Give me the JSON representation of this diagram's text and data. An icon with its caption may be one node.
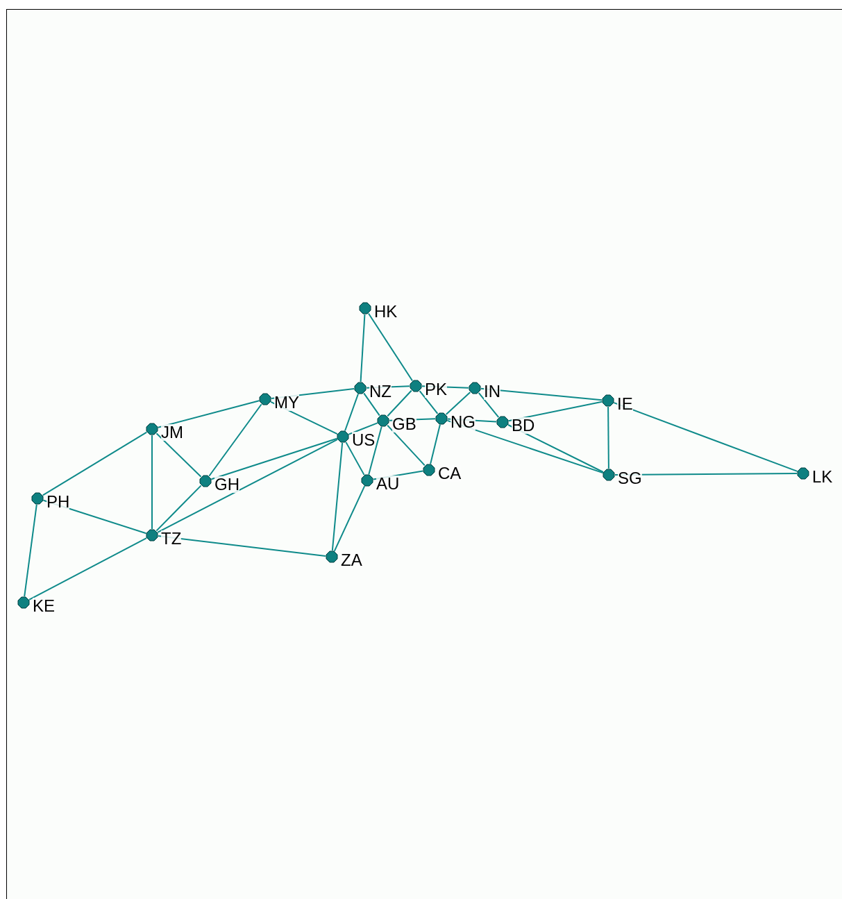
{
  "diagram": {
    "nodes": [
      {
        "text": [
          "HK"
        ]
      },
      {
        "text": [
          "NZ"
        ]
      },
      {
        "text": [
          "PK"
        ]
      },
      {
        "text": [
          "IN"
        ]
      },
      {
        "text": [
          "MY"
        ]
      },
      {
        "text": [
          "IE"
        ]
      },
      {
        "text": [
          "JM"
        ]
      },
      {
        "text": [
          "GB"
        ]
      },
      {
        "text": [
          "NG"
        ]
      },
      {
        "text": [
          "BD"
        ]
      },
      {
        "text": [
          "US"
        ]
      },
      {
        "text": [
          "CA"
        ]
      },
      {
        "text": [
          "SG"
        ]
      },
      {
        "text": [
          "LK"
        ]
      },
      {
        "text": [
          "AU"
        ]
      },
      {
        "text": [
          "GH"
        ]
      },
      {
        "text": [
          "PH"
        ]
      },
      {
        "text": [
          "TZ"
        ]
      },
      {
        "text": [
          "ZA"
        ]
      },
      {
        "text": [
          "KE"
        ]
      }
    ],
    "edges": [
      {
        "from": 0,
        "to": 1,
        "arrow": "none"
      },
      {
        "from": 0,
        "to": 2,
        "arrow": "none"
      },
      {
        "from": 4,
        "to": 1,
        "arrow": "none"
      },
      {
        "from": 1,
        "to": 2,
        "arrow": "none"
      },
      {
        "from": 2,
        "to": 3,
        "arrow": "none"
      },
      {
        "from": 3,
        "to": 5,
        "arrow": "none"
      },
      {
        "from": 1,
        "to": 7,
        "arrow": "none"
      },
      {
        "from": 1,
        "to": 10,
        "arrow": "none"
      },
      {
        "from": 2,
        "to": 7,
        "arrow": "none"
      },
      {
        "from": 2,
        "to": 8,
        "arrow": "none"
      },
      {
        "from": 3,
        "to": 8,
        "arrow": "none"
      },
      {
        "from": 3,
        "to": 9,
        "arrow": "none"
      },
      {
        "from": 7,
        "to": 8,
        "arrow": "none"
      },
      {
        "from": 8,
        "to": 9,
        "arrow": "none"
      },
      {
        "from": 9,
        "to": 5,
        "arrow": "none"
      },
      {
        "from": 9,
        "to": 12,
        "arrow": "none"
      },
      {
        "from": 8,
        "to": 12,
        "arrow": "none"
      },
      {
        "from": 5,
        "to": 12,
        "arrow": "none"
      },
      {
        "from": 5,
        "to": 13,
        "arrow": "none"
      },
      {
        "from": 12,
        "to": 13,
        "arrow": "none"
      },
      {
        "from": 7,
        "to": 10,
        "arrow": "none"
      },
      {
        "from": 7,
        "to": 14,
        "arrow": "none"
      },
      {
        "from": 7,
        "to": 11,
        "arrow": "none"
      },
      {
        "from": 8,
        "to": 11,
        "arrow": "none"
      },
      {
        "from": 11,
        "to": 14,
        "arrow": "none"
      },
      {
        "from": 10,
        "to": 14,
        "arrow": "none"
      },
      {
        "from": 10,
        "to": 18,
        "arrow": "none"
      },
      {
        "from": 14,
        "to": 18,
        "arrow": "none"
      },
      {
        "from": 4,
        "to": 10,
        "arrow": "none"
      },
      {
        "from": 4,
        "to": 6,
        "arrow": "none"
      },
      {
        "from": 4,
        "to": 15,
        "arrow": "none"
      },
      {
        "from": 6,
        "to": 15,
        "arrow": "none"
      },
      {
        "from": 6,
        "to": 17,
        "arrow": "none"
      },
      {
        "from": 6,
        "to": 16,
        "arrow": "none"
      },
      {
        "from": 15,
        "to": 10,
        "arrow": "none"
      },
      {
        "from": 15,
        "to": 17,
        "arrow": "none"
      },
      {
        "from": 17,
        "to": 10,
        "arrow": "none"
      },
      {
        "from": 16,
        "to": 17,
        "arrow": "none"
      },
      {
        "from": 16,
        "to": 19,
        "arrow": "none"
      },
      {
        "from": 19,
        "to": 17,
        "arrow": "none"
      },
      {
        "from": 17,
        "to": 18,
        "arrow": "none"
      }
    ]
  }
}
